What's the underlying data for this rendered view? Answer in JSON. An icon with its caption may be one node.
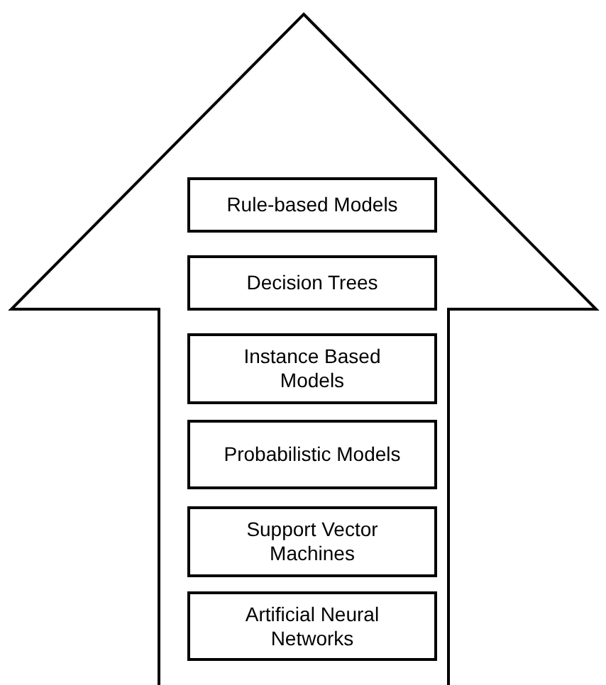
{
  "diagram": {
    "nodes": [
      {
        "text": [],
        "shape": "arrow"
      },
      {
        "text": [
          "Rule-based Models"
        ],
        "in": 0
      },
      {
        "text": [
          "Decision Trees"
        ],
        "in": 0
      },
      {
        "text": [
          "Instance Based Models"
        ],
        "in": 0
      },
      {
        "text": [
          "Probabilistic Models"
        ],
        "in": 0
      },
      {
        "text": [
          "Support Vector Machines"
        ],
        "in": 0
      },
      {
        "text": [
          "Artificial Neural Networks"
        ],
        "in": 0
      }
    ]
  }
}
